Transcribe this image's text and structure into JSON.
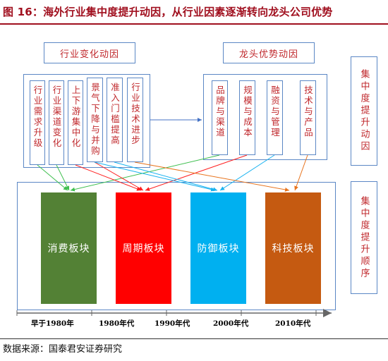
{
  "title": "图 16：海外行业集中度提升动因，从行业因素逐渐转向龙头公司优势",
  "left_header": "行业变化动因",
  "right_header": "龙头优势动因",
  "left_factors": [
    "行业需求升级",
    "行业渠道变化",
    "上下游集中化",
    "景气下降与并购",
    "准入门槛提高",
    "行业技术进步"
  ],
  "right_factors": [
    "品牌与渠道",
    "规模与成本",
    "融资与管理",
    "技术与产品"
  ],
  "side_top": "集中度提升动因",
  "side_bottom": "集中度提升顺序",
  "sectors": [
    {
      "label": "消费板块",
      "color": "#538135"
    },
    {
      "label": "周期板块",
      "color": "#ff0000"
    },
    {
      "label": "防御板块",
      "color": "#00b0f0"
    },
    {
      "label": "科技板块",
      "color": "#c55a11"
    }
  ],
  "timeline": [
    "早于1980年",
    "1980年代",
    "1990年代",
    "2000年代",
    "2010年代"
  ],
  "arrow_colors": {
    "consumer": "#3fbf4f",
    "cyclical": "#ff2020",
    "defensive": "#19b2f0",
    "tech": "#e8741e",
    "link": "#4472c4"
  },
  "footer": "数据来源：国泰君安证券研究"
}
